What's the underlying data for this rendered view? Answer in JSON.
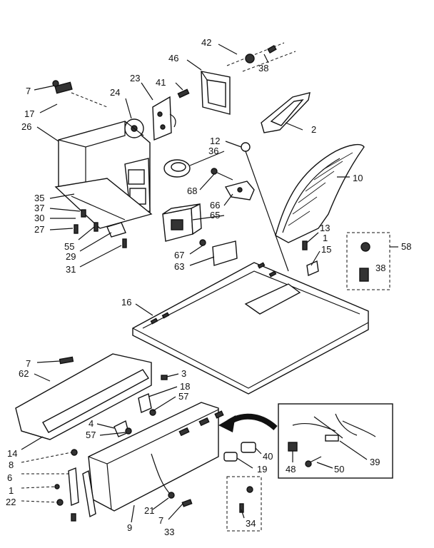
{
  "callouts": {
    "c7a": "7",
    "c17": "17",
    "c26": "26",
    "c24": "24",
    "c23": "23",
    "c41": "41",
    "c46": "46",
    "c42": "42",
    "c38a": "38",
    "c2": "2",
    "c12": "12",
    "c36": "36",
    "c68": "68",
    "c10": "10",
    "c35": "35",
    "c37": "37",
    "c30": "30",
    "c27": "27",
    "c55": "55",
    "c29": "29",
    "c31": "31",
    "c66": "66",
    "c65": "65",
    "c67": "67",
    "c63": "63",
    "c13": "13",
    "c1": "1",
    "c15": "15",
    "c58": "58",
    "c38b": "38",
    "c16": "16",
    "c7b": "7",
    "c62": "62",
    "c3": "3",
    "c18": "18",
    "c57a": "57",
    "c4": "4",
    "c57b": "57",
    "c14": "14",
    "c8": "8",
    "c6": "6",
    "c1b": "1",
    "c22": "22",
    "c40": "40",
    "c19": "19",
    "c39": "39",
    "c48": "48",
    "c50": "50",
    "c21": "21",
    "c7c": "7",
    "c33": "33",
    "c9": "9",
    "c34": "34"
  },
  "colors": {
    "ink": "#111111",
    "paper": "#ffffff"
  }
}
